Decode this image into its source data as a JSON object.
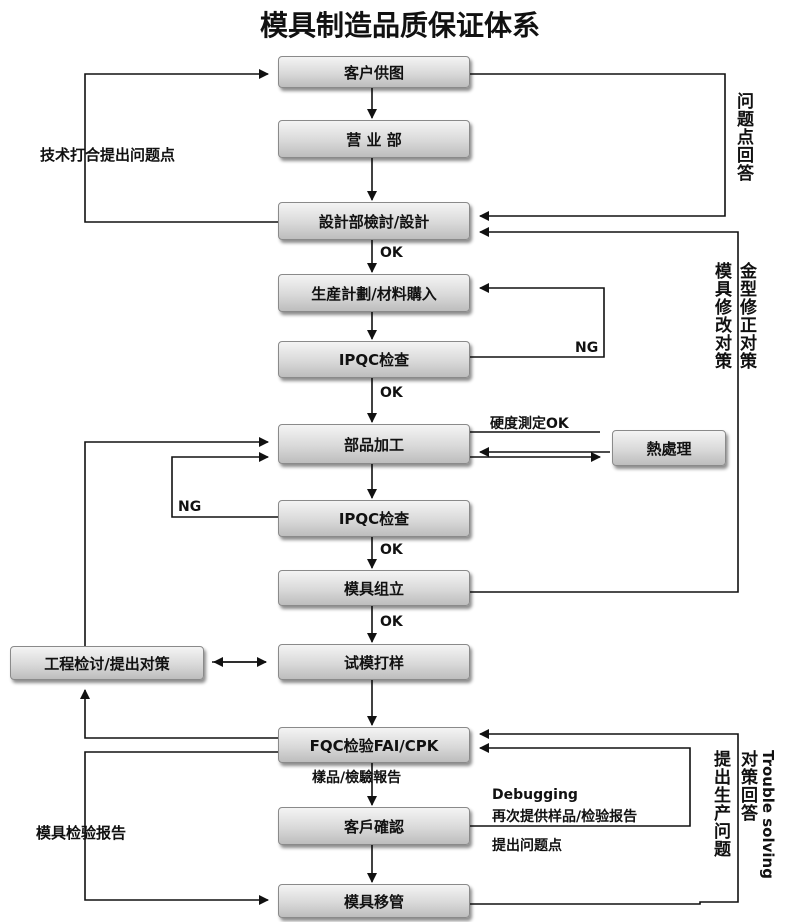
{
  "title": "模具制造品质保证体系",
  "boxes": {
    "customer_drawing": "客户供图",
    "sales": "营 业 部",
    "design": "設計部檢討/設計",
    "production_plan": "生産計劃/材料購入",
    "ipqc_1": "IPQC检查",
    "parts_machining": "部品加工",
    "heat_treatment": "熱處理",
    "ipqc_2": "IPQC检查",
    "mold_assembly": "模具组立",
    "trial_sample": "试模打样",
    "engineering_review": "工程检讨/提出对策",
    "fqc": "FQC检验FAI/CPK",
    "customer_confirm": "客戶確認",
    "mold_transfer": "模具移管"
  },
  "labels": {
    "tech_issues": "技术打合提出问题点",
    "answer": "问题点回答",
    "ok_1": "OK",
    "ok_2": "OK",
    "ok_3": "OK",
    "ok_4": "OK",
    "ng_1": "NG",
    "ng_2": "NG",
    "mold_fix": "模具修改对策",
    "mold_fix_2": "金型修正对策",
    "hardness": "硬度測定OK",
    "sample_report": "樣品/檢驗報告",
    "debugging": "Debugging",
    "resupply": "再次提供样品/检验报告",
    "raise_issues": "提出问题点",
    "inspection_report": "模具检验报告",
    "production_issues": "提出生产问题",
    "response": "对策回答",
    "trouble_solving": "Trouble solving"
  }
}
